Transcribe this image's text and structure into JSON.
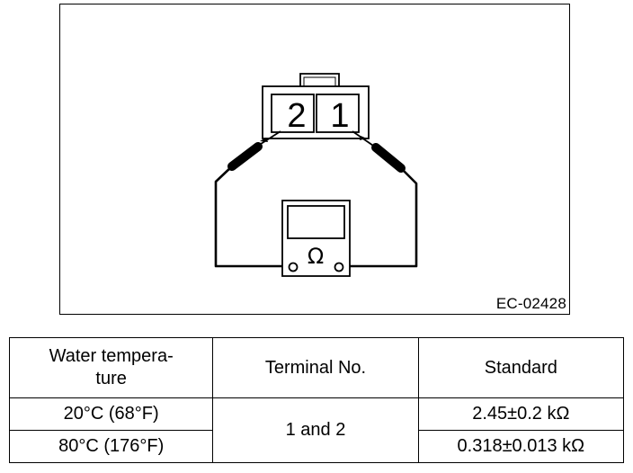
{
  "figure": {
    "terminal_labels": [
      "2",
      "1"
    ],
    "meter_symbol": "Ω",
    "code": "EC-02428"
  },
  "table": {
    "headers": {
      "water_temp_line1": "Water tempera-",
      "water_temp_line2": "ture",
      "terminal": "Terminal No.",
      "standard": "Standard"
    },
    "rows": [
      {
        "temperature": "20°C (68°F)",
        "standard": "2.45±0.2 kΩ"
      },
      {
        "temperature": "80°C (176°F)",
        "standard": "0.318±0.013 kΩ"
      }
    ],
    "terminal_value": "1 and 2"
  }
}
